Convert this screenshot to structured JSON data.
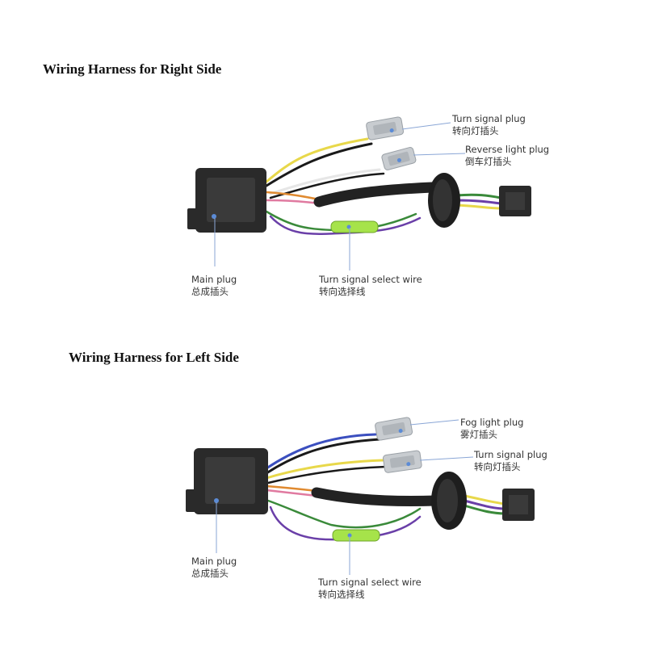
{
  "right_side": {
    "title": "Wiring Harness for Right Side",
    "labels": {
      "turn_signal_plug": {
        "en": "Turn signal plug",
        "zh": "转向灯插头"
      },
      "reverse_light_plug": {
        "en": "Reverse light plug",
        "zh": "倒车灯插头"
      },
      "main_plug": {
        "en": "Main plug",
        "zh": "总成插头"
      },
      "turn_signal_select_wire": {
        "en": "Turn signal select wire",
        "zh": "转向选择线"
      }
    }
  },
  "left_side": {
    "title": "Wiring Harness for Left Side",
    "labels": {
      "fog_light_plug": {
        "en": "Fog light plug",
        "zh": "雾灯插头"
      },
      "turn_signal_plug": {
        "en": "Turn signal plug",
        "zh": "转向灯插头"
      },
      "main_plug": {
        "en": "Main plug",
        "zh": "总成插头"
      },
      "turn_signal_select_wire": {
        "en": "Turn signal select wire",
        "zh": "转向选择线"
      }
    }
  },
  "colors": {
    "wire_yellow": "#e8d84a",
    "wire_black": "#1a1a1a",
    "wire_white": "#e6e6e6",
    "wire_purple": "#6a3fa8",
    "wire_green": "#3a8a3a",
    "wire_blue": "#3b4fbf",
    "wire_pink": "#e07aa0",
    "wire_orange": "#e08a30",
    "connector_grey": "#c8ccd0",
    "connector_dark": "#2a2a2a",
    "select_sleeve_green": "#a6e34a"
  }
}
